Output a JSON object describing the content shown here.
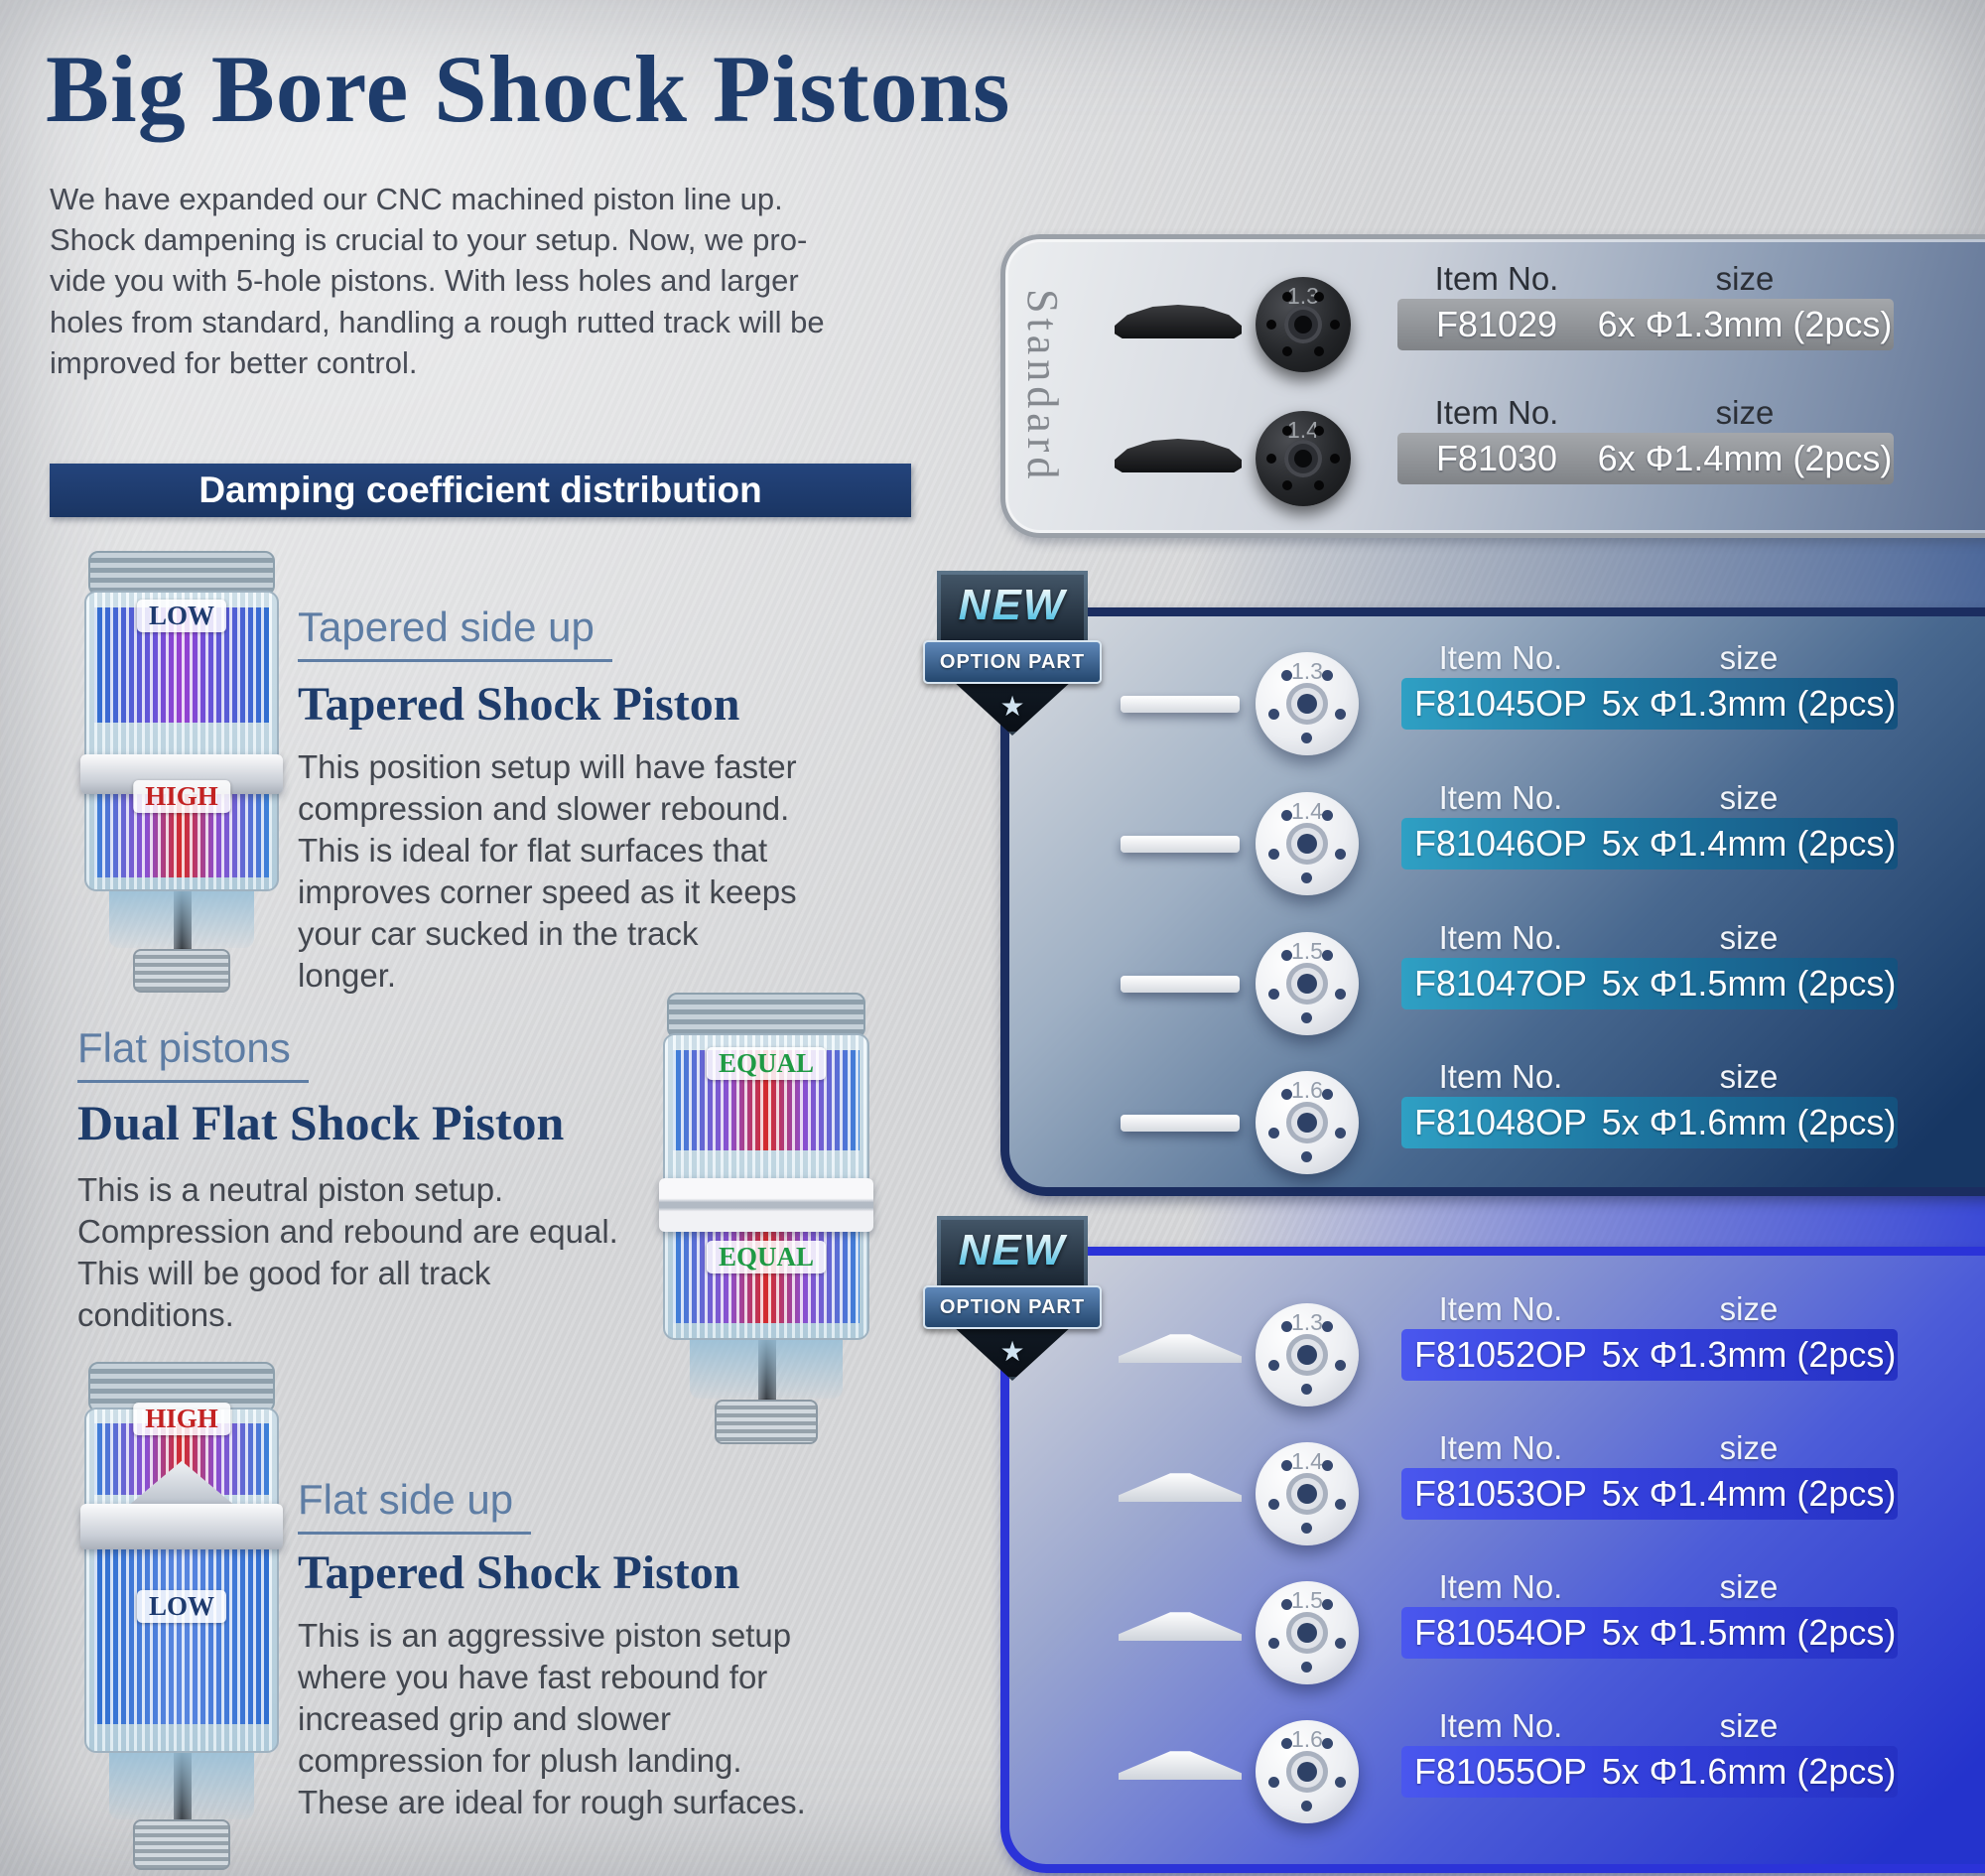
{
  "page": {
    "title": "Big Bore Shock Pistons",
    "intro": "We have expanded our CNC machined piston line up.\nShock dampening is crucial to your setup. Now, we pro-\nvide you with 5-hole pistons.  With less holes and larger\nholes from standard, handling a rough rutted track will be\nimproved for better control.",
    "banner": "Damping coefficient distribution"
  },
  "coefficients": {
    "tapered_up": {
      "kicker": "Tapered side up",
      "heading": "Tapered Shock Piston",
      "body": "This position setup will have faster\ncompression and slower rebound.\nThis is ideal for flat surfaces that\nimproves corner speed as it keeps\nyour car sucked in the track\nlonger.",
      "label_top": "LOW",
      "label_mid": "HIGH"
    },
    "flat": {
      "kicker": "Flat pistons",
      "heading": "Dual Flat Shock Piston",
      "body": "This is a neutral piston setup.\nCompression and rebound are equal.\nThis will be good for all track\nconditions.",
      "label_top": "EQUAL",
      "label_mid": "EQUAL"
    },
    "flat_up": {
      "kicker": "Flat side up",
      "heading": "Tapered Shock Piston",
      "body": "This is an aggressive piston setup\nwhere you have fast rebound for\nincreased grip and slower\ncompression for plush landing.\nThese are ideal for rough surfaces.",
      "label_top": "HIGH",
      "label_mid": "LOW"
    }
  },
  "standard": {
    "side_label": "Standard",
    "header_item": "Item No.",
    "header_size": "size",
    "rows": [
      {
        "hole": "1.3",
        "item": "F81029",
        "size": "6x Φ1.3mm (2pcs)"
      },
      {
        "hole": "1.4",
        "item": "F81030",
        "size": "6x Φ1.4mm (2pcs)"
      }
    ]
  },
  "option1": {
    "badge": {
      "new": "NEW",
      "ribbon": "OPTION PART"
    },
    "header_item": "Item No.",
    "header_size": "size",
    "rows": [
      {
        "hole": "1.3",
        "item": "F81045OP",
        "size": "5x Φ1.3mm (2pcs)"
      },
      {
        "hole": "1.4",
        "item": "F81046OP",
        "size": "5x Φ1.4mm (2pcs)"
      },
      {
        "hole": "1.5",
        "item": "F81047OP",
        "size": "5x Φ1.5mm (2pcs)"
      },
      {
        "hole": "1.6",
        "item": "F81048OP",
        "size": "5x Φ1.6mm (2pcs)"
      }
    ]
  },
  "option2": {
    "badge": {
      "new": "NEW",
      "ribbon": "OPTION PART"
    },
    "header_item": "Item No.",
    "header_size": "size",
    "rows": [
      {
        "hole": "1.3",
        "item": "F81052OP",
        "size": "5x Φ1.3mm (2pcs)"
      },
      {
        "hole": "1.4",
        "item": "F81053OP",
        "size": "5x Φ1.4mm (2pcs)"
      },
      {
        "hole": "1.5",
        "item": "F81054OP",
        "size": "5x Φ1.5mm (2pcs)"
      },
      {
        "hole": "1.6",
        "item": "F81055OP",
        "size": "5x Φ1.6mm (2pcs)"
      }
    ]
  },
  "colors": {
    "navy_heading": "#1e3c6b",
    "banner_bg": "#1d3a6e",
    "teal_bar": "#2391b4",
    "blue_bar": "#3440dc",
    "gray_bar": "#8c8f93"
  }
}
